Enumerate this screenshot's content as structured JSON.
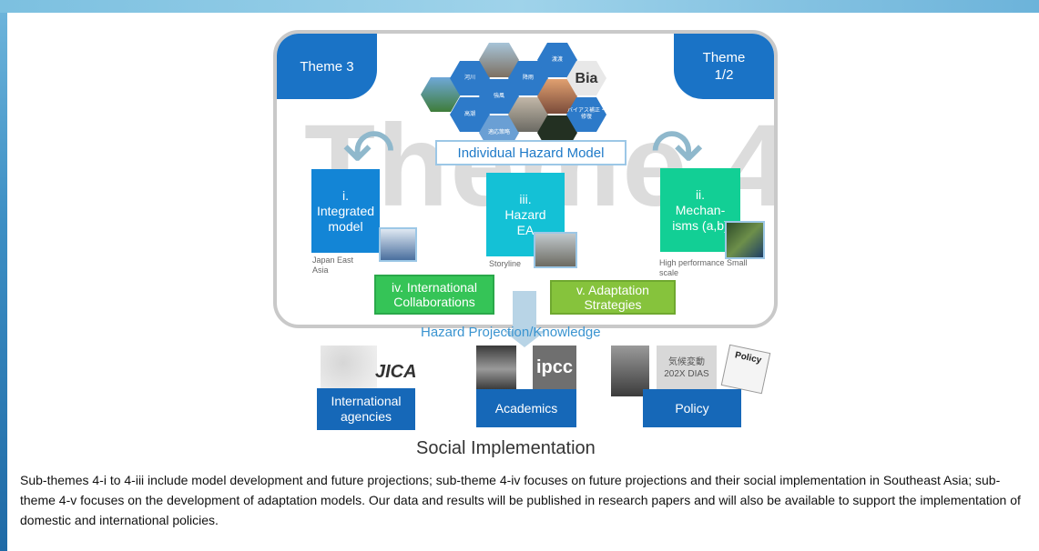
{
  "diagram": {
    "theme_left": "Theme 3",
    "theme_right": "Theme 1/2",
    "theme_watermark": "Theme 4",
    "hex_labels": [
      "河川",
      "強風",
      "高潮",
      "適応策略",
      "降雨",
      "渡渡",
      "バイアス補正・修復"
    ],
    "bia_text": "Bia",
    "individual_hazard_model": "Individual Hazard Model",
    "sub_i": "i. Integrated model",
    "sub_i_note": "Japan East Asia",
    "sub_iii": "iii. Hazard EA",
    "sub_iii_note": "Storyline",
    "sub_ii": "ii. Mechan-isms (a,b)",
    "sub_ii_note": "High performance Small scale",
    "sub_iv": "iv. International Collaborations",
    "sub_v": "v. Adaptation Strategies",
    "hazard_projection": "Hazard Projection/Knowledge",
    "jica_text": "JICA",
    "ipcc_text": "ipcc",
    "dias_text": "気候変動 202X DIAS",
    "policy_icon_text": "Policy",
    "box_international": "International agencies",
    "box_academics": "Academics",
    "box_policy": "Policy",
    "social_implementation": "Social Implementation"
  },
  "description": "Sub-themes 4-i to 4-iii include model development and future projections; sub-theme 4-iv focuses on future projections and their social implementation in Southeast Asia; sub-theme 4-v focuses on the development of adaptation models. Our data and results will be published in research papers and will also be available to support the implementation of domestic and international policies."
}
